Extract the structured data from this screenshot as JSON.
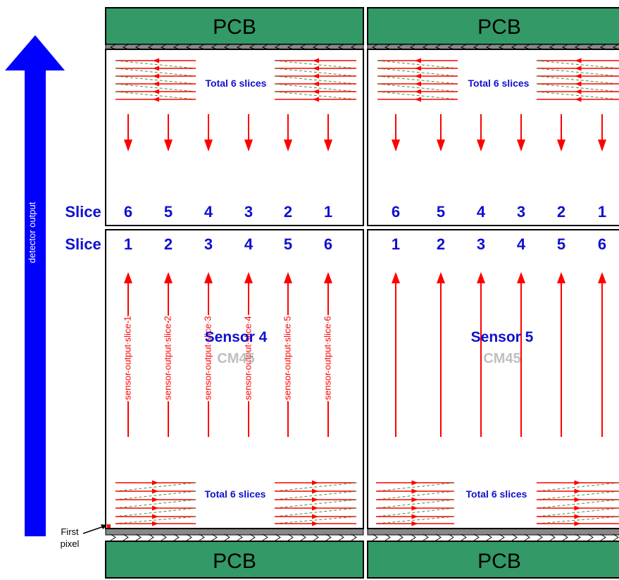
{
  "pcb_label": "PCB",
  "slice_row_label": "Slice",
  "total_slices_label": "Total 6 slices",
  "detector_output_label": "detector output",
  "first_pixel_label": [
    "First",
    "pixel"
  ],
  "sensor_type_label": "CM45",
  "sensor_names": [
    "Sensor 4",
    "Sensor 5"
  ],
  "slice_numbers_top": [
    "6",
    "5",
    "4",
    "3",
    "2",
    "1"
  ],
  "slice_numbers_bottom": [
    "1",
    "2",
    "3",
    "4",
    "5",
    "6"
  ],
  "sensor_output_labels": [
    "sensor output slice 1",
    "sensor output slice 2",
    "sensor output slice 3",
    "sensor output slice 4",
    "sensor output slice 5",
    "sensor output slice 6"
  ],
  "colors": {
    "pcb": "#339966",
    "slice_text": "#1010d0",
    "arrow_red": "#ff0000",
    "dash_green": "#339933",
    "detector_arrow": "#0000ff",
    "sensor_type_text": "#c0c0c0",
    "strip": "#888888"
  }
}
